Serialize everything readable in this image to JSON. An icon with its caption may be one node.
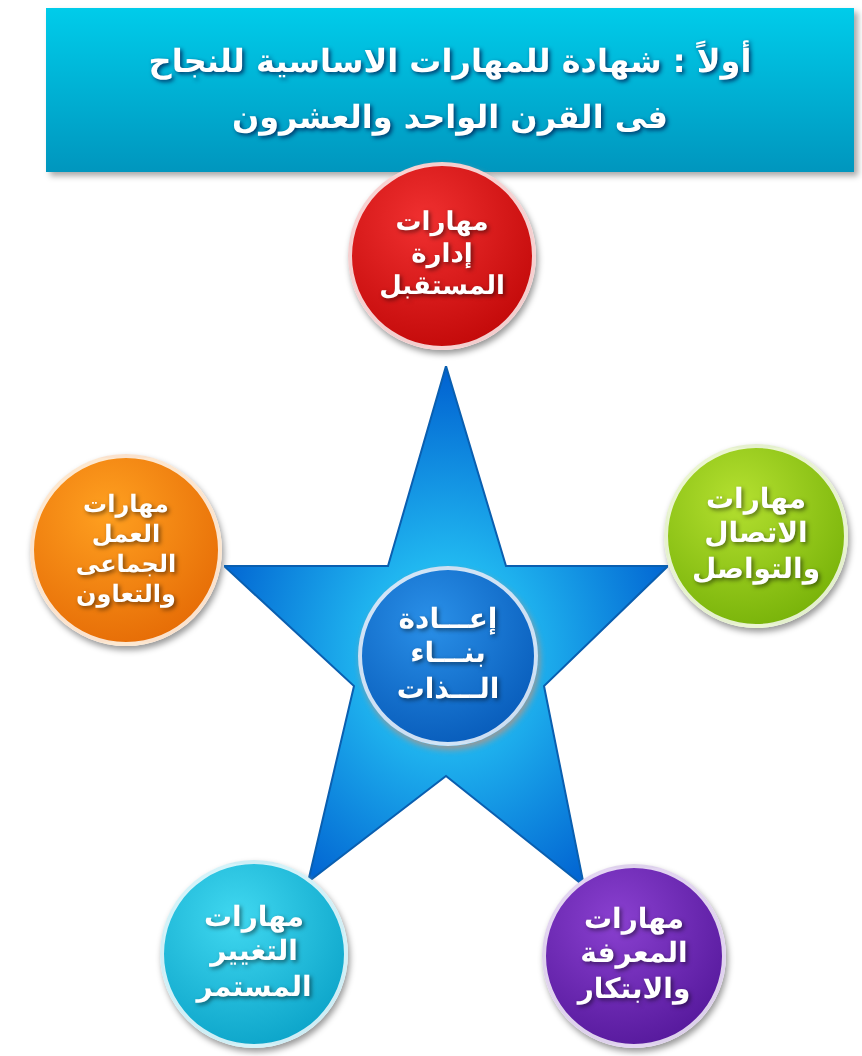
{
  "diagram": {
    "title": "أولاً : شهادة للمهارات الاساسية للنجاح فى القرن الواحد والعشرون",
    "nodes": [
      {
        "text": [
          "مهارات إدارة المستقبل"
        ]
      },
      {
        "text": [
          "مهارات الاتصال والتواصل"
        ]
      },
      {
        "text": [
          "مهارات العمل الجماعى والتعاون"
        ]
      },
      {
        "text": [],
        "shape": "star"
      },
      {
        "text": [
          "إعـــادة بنـــاء الـــذات"
        ],
        "in": 3
      },
      {
        "text": [
          "مهارات التغيير المستمر"
        ]
      },
      {
        "text": [
          "مهارات المعرفة والابتكار"
        ]
      }
    ]
  }
}
